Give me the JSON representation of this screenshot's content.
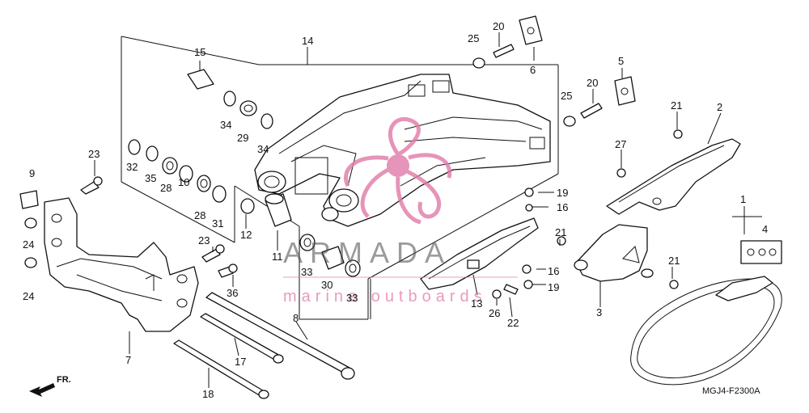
{
  "diagram": {
    "code": "MGJ4-F2300A",
    "direction_label": "FR."
  },
  "watermark": {
    "brand": "ARMADA",
    "tagline": "marine outboards",
    "brand_color": "#4b4b4b",
    "logo_color": "#e07aa8"
  },
  "callouts": [
    "1",
    "2",
    "3",
    "4",
    "5",
    "6",
    "7",
    "8",
    "9",
    "10",
    "11",
    "12",
    "13",
    "14",
    "15",
    "16",
    "16",
    "17",
    "18",
    "19",
    "19",
    "20",
    "20",
    "21",
    "21",
    "21",
    "22",
    "23",
    "23",
    "24",
    "24",
    "25",
    "25",
    "26",
    "27",
    "28",
    "28",
    "29",
    "30",
    "31",
    "32",
    "33",
    "33",
    "34",
    "34",
    "35",
    "36"
  ]
}
